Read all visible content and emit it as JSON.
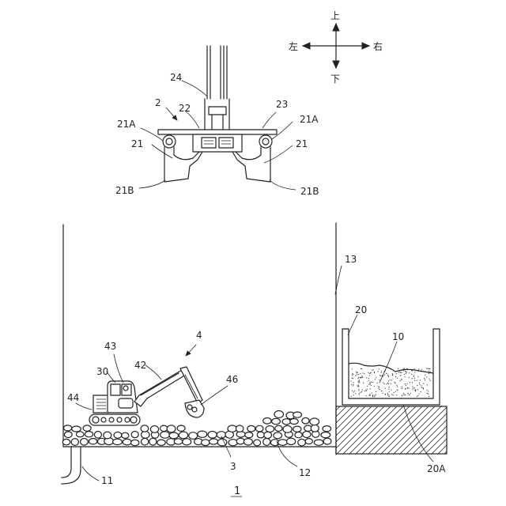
{
  "compass": {
    "up": "上",
    "down": "下",
    "left": "左",
    "right": "右"
  },
  "labels": {
    "n2": "2",
    "n22": "22",
    "n23": "23",
    "n24": "24",
    "n21A_left": "21A",
    "n21A_right": "21A",
    "n21_left": "21",
    "n21_right": "21",
    "n21B_left": "21B",
    "n21B_right": "21B",
    "n13": "13",
    "n20": "20",
    "n10": "10",
    "n4": "4",
    "n43": "43",
    "n42": "42",
    "n30": "30",
    "n44": "44",
    "n46": "46",
    "n3": "3",
    "n12": "12",
    "n11": "11",
    "n20A": "20A",
    "n1": "1"
  }
}
